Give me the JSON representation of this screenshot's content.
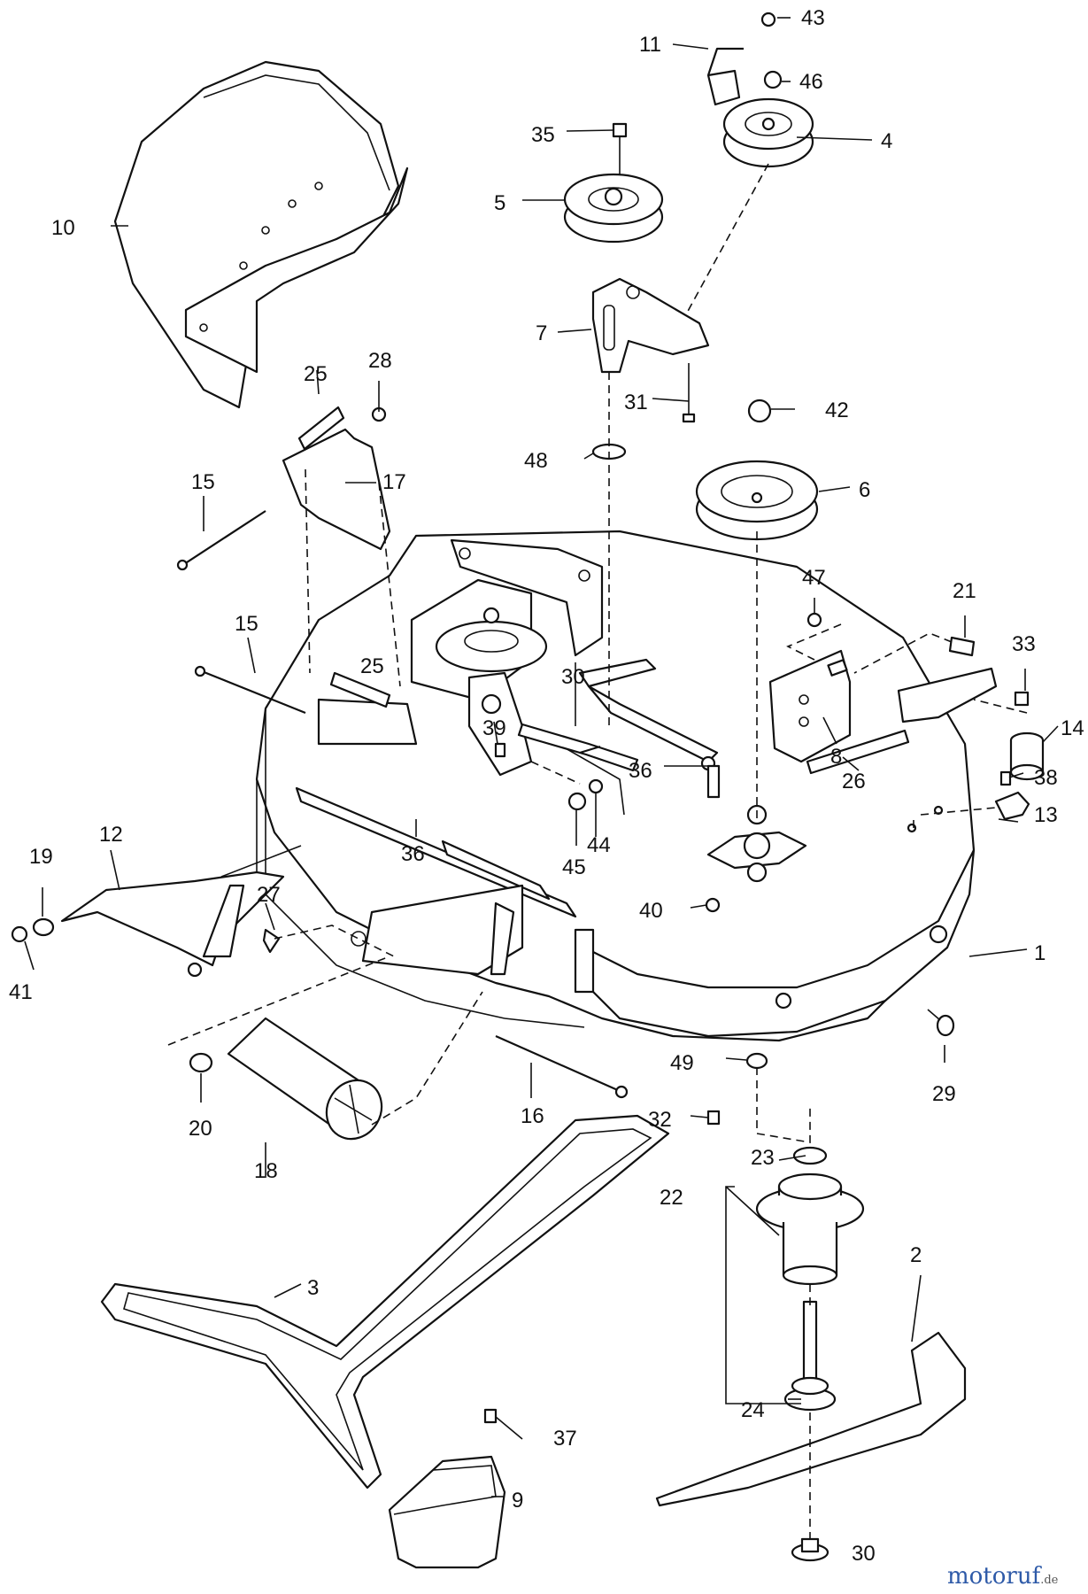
{
  "labels": {
    "l1": "1",
    "l2": "2",
    "l3": "3",
    "l4": "4",
    "l5": "5",
    "l6": "6",
    "l7": "7",
    "l8": "8",
    "l9": "9",
    "l10": "10",
    "l11": "11",
    "l12": "12",
    "l13": "13",
    "l14": "14",
    "l15a": "15",
    "l15b": "15",
    "l16": "16",
    "l17": "17",
    "l18": "18",
    "l19": "19",
    "l20": "20",
    "l21": "21",
    "l22": "22",
    "l23": "23",
    "l24": "24",
    "l25a": "25",
    "l25b": "25",
    "l26": "26",
    "l27": "27",
    "l28": "28",
    "l29": "29",
    "l30a": "30",
    "l30b": "30",
    "l31": "31",
    "l32": "32",
    "l33": "33",
    "l35": "35",
    "l36a": "36",
    "l36b": "36",
    "l37": "37",
    "l38": "38",
    "l39": "39",
    "l40": "40",
    "l41": "41",
    "l42": "42",
    "l43": "43",
    "l44": "44",
    "l45": "45",
    "l46": "46",
    "l47": "47",
    "l48": "48",
    "l49": "49"
  },
  "watermark": {
    "name": "motoruf",
    "tld": ".de"
  },
  "colors": {
    "line": "#111111",
    "background": "#ffffff",
    "wm1": "#2e5aa8",
    "wm2": "#d9382b",
    "wm3": "#e8a21c",
    "wm4": "#3a9a46"
  }
}
